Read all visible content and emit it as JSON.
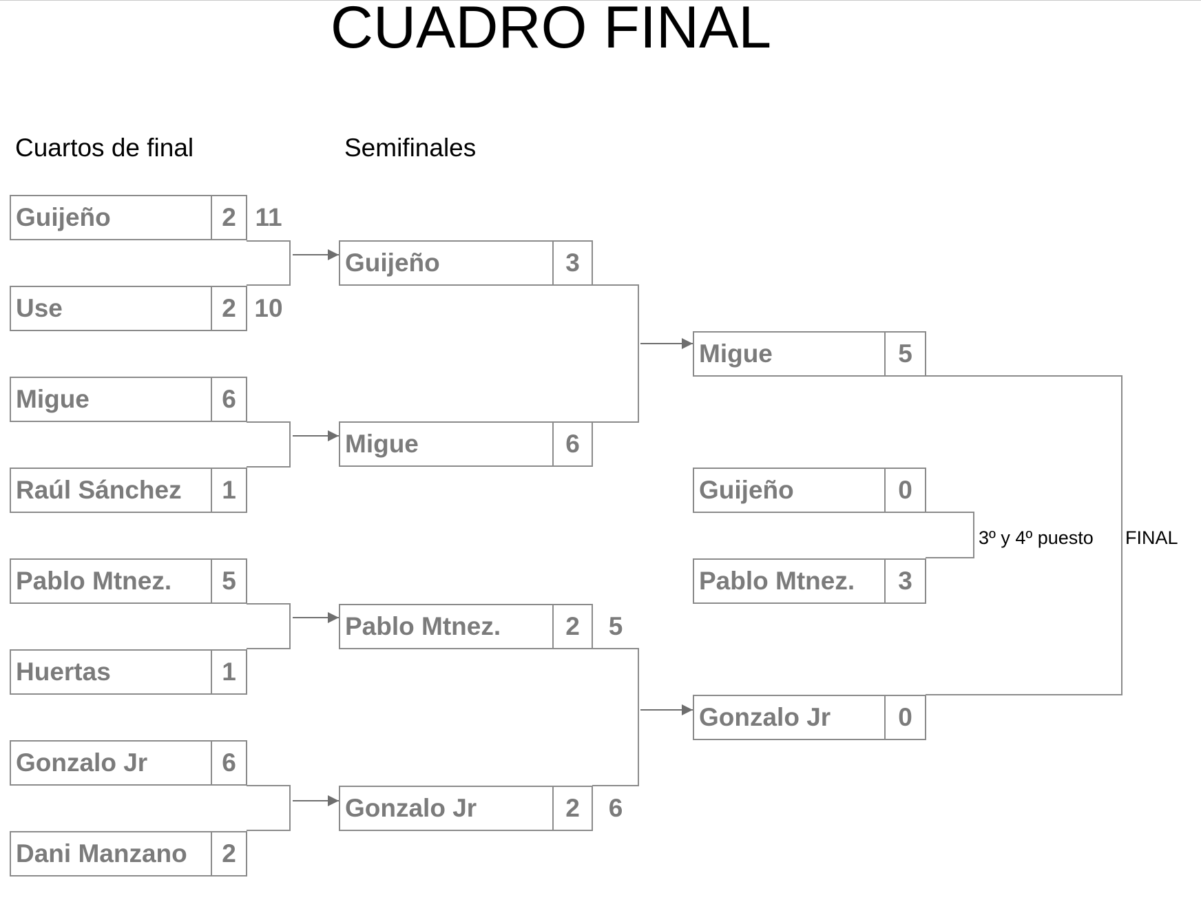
{
  "title": "CUADRO FINAL",
  "headings": {
    "quarterfinals": "Cuartos de final",
    "semifinals": "Semifinales"
  },
  "quarterfinals": [
    {
      "name": "Guijeño",
      "score": "2",
      "extra": "11"
    },
    {
      "name": "Use",
      "score": "2",
      "extra": "10"
    },
    {
      "name": "Migue",
      "score": "6",
      "extra": ""
    },
    {
      "name": "Raúl Sánchez",
      "score": "1",
      "extra": ""
    },
    {
      "name": "Pablo Mtnez.",
      "score": "5",
      "extra": ""
    },
    {
      "name": "Huertas",
      "score": "1",
      "extra": ""
    },
    {
      "name": "Gonzalo Jr",
      "score": "6",
      "extra": ""
    },
    {
      "name": "Dani Manzano",
      "score": "2",
      "extra": ""
    }
  ],
  "semifinals": [
    {
      "name": "Guijeño",
      "score": "3",
      "extra": ""
    },
    {
      "name": "Migue",
      "score": "6",
      "extra": ""
    },
    {
      "name": "Pablo Mtnez.",
      "score": "2",
      "extra": "5"
    },
    {
      "name": "Gonzalo Jr",
      "score": "2",
      "extra": "6"
    }
  ],
  "final": [
    {
      "name": "Migue",
      "score": "5"
    },
    {
      "name": "Gonzalo Jr",
      "score": "0"
    }
  ],
  "third_place": [
    {
      "name": "Guijeño",
      "score": "0"
    },
    {
      "name": "Pablo Mtnez.",
      "score": "3"
    }
  ],
  "labels": {
    "third_place": "3º y 4º puesto",
    "final": "FINAL"
  },
  "colors": {
    "cell_text": "#7b7b7b",
    "border": "#8a8a8a",
    "heading_text": "#000000"
  }
}
